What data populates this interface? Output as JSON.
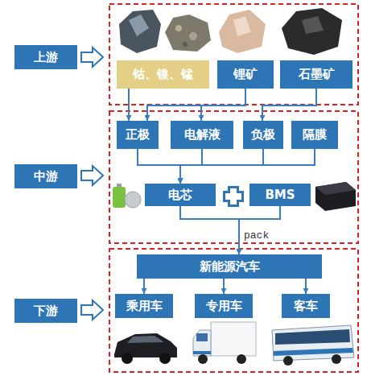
{
  "diagram": {
    "nodes": [
      {
        "text": [
          "上游"
        ]
      },
      {
        "text": [
          "钴、镍、锰"
        ]
      },
      {
        "text": [
          "锂矿"
        ]
      },
      {
        "text": [
          "石墨矿"
        ]
      },
      {
        "text": [
          "中游"
        ]
      },
      {
        "text": [
          "正极"
        ]
      },
      {
        "text": [
          "电解液"
        ]
      },
      {
        "text": [
          "负极"
        ]
      },
      {
        "text": [
          "隔膜"
        ]
      },
      {
        "text": [
          "电芯"
        ]
      },
      {
        "text": [
          "BMS"
        ]
      },
      {
        "text": [
          "下游"
        ]
      },
      {
        "text": [
          "新能源汽车"
        ]
      },
      {
        "text": [
          "乘用车"
        ]
      },
      {
        "text": [
          "专用车"
        ]
      },
      {
        "text": [
          "客车"
        ]
      }
    ],
    "edges": [
      {
        "from": 1,
        "to": 5,
        "arrow": "to"
      },
      {
        "from": 2,
        "to": 5,
        "arrow": "to"
      },
      {
        "from": 2,
        "to": 6,
        "arrow": "to"
      },
      {
        "from": 3,
        "to": 7,
        "arrow": "to"
      },
      {
        "from": 5,
        "to": 9,
        "arrow": "to"
      },
      {
        "from": 6,
        "to": 9,
        "arrow": "to"
      },
      {
        "from": 7,
        "to": 9,
        "arrow": "to"
      },
      {
        "from": 8,
        "to": 9,
        "arrow": "to"
      },
      {
        "from": 9,
        "to": 12,
        "label": "pack",
        "arrow": "to"
      },
      {
        "from": 10,
        "to": 12,
        "arrow": "to"
      },
      {
        "from": 12,
        "to": 13,
        "arrow": "to"
      },
      {
        "from": 12,
        "to": 14,
        "arrow": "to"
      },
      {
        "from": 12,
        "to": 15,
        "arrow": "to"
      }
    ]
  }
}
